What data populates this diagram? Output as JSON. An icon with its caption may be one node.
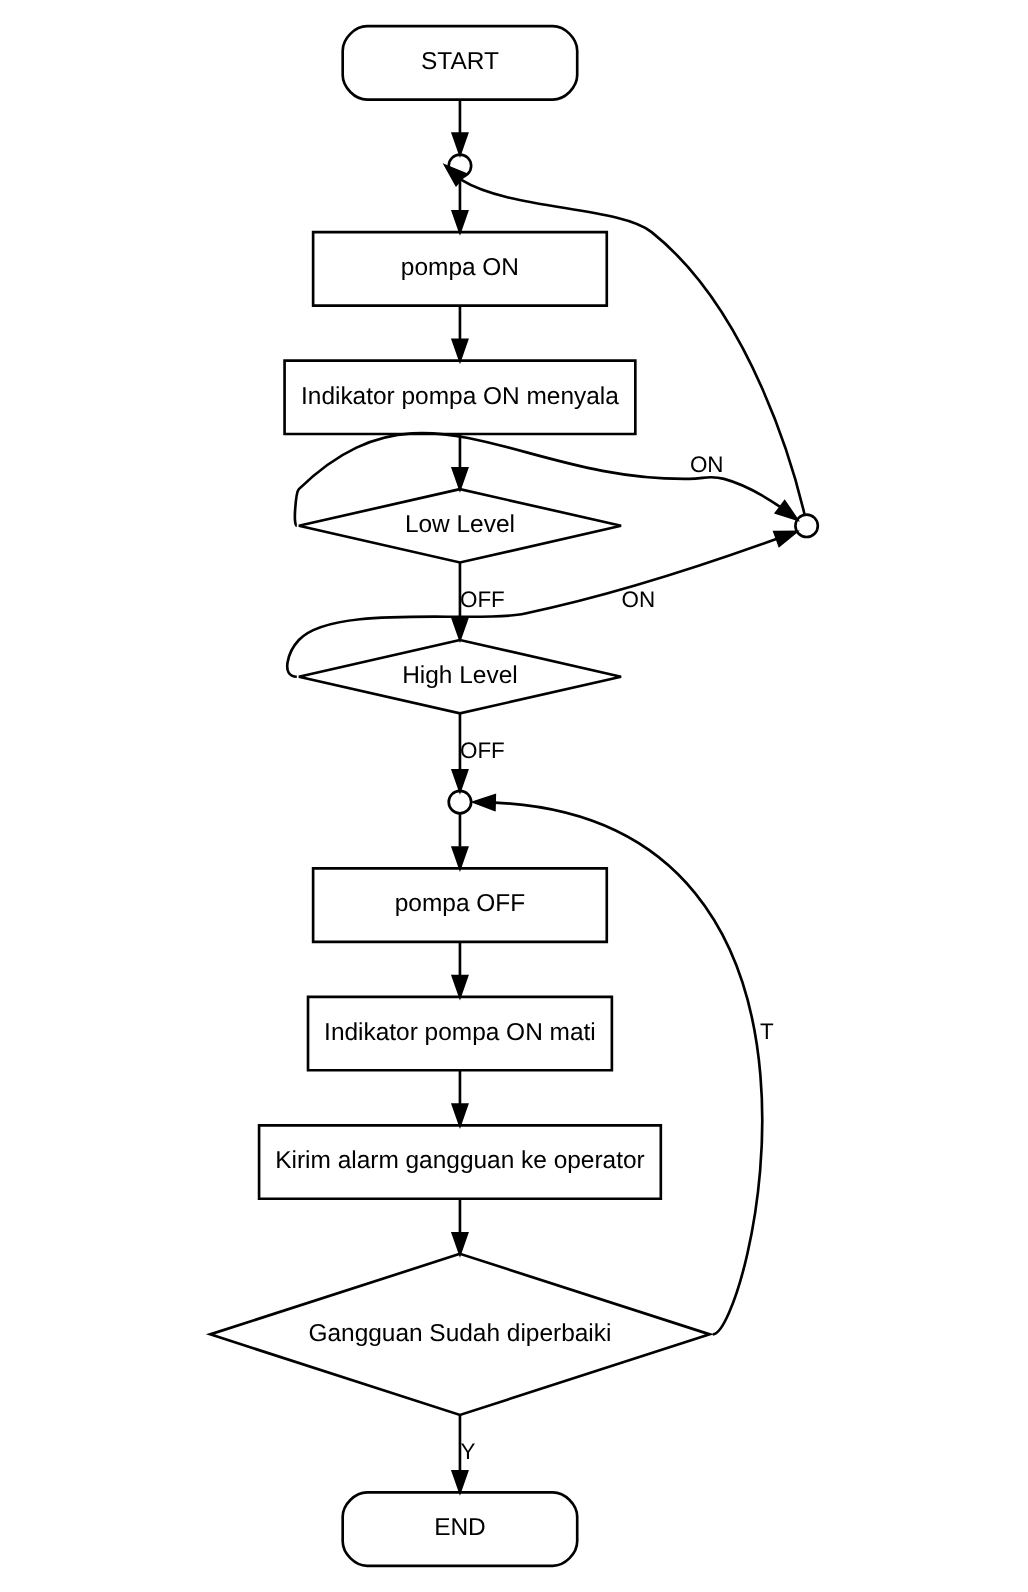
{
  "diagram": {
    "nodes": [
      {
        "text": [
          "START"
        ]
      },
      {
        "text": [],
        "shape": "circle"
      },
      {
        "text": [
          "pompa ON"
        ]
      },
      {
        "text": [
          "Indikator pompa ON menyala"
        ]
      },
      {
        "text": [
          "Low Level"
        ]
      },
      {
        "text": [],
        "shape": "circle"
      },
      {
        "text": [
          "High Level"
        ]
      },
      {
        "text": [],
        "shape": "circle"
      },
      {
        "text": [
          "pompa OFF"
        ]
      },
      {
        "text": [
          "Indikator pompa ON mati"
        ]
      },
      {
        "text": [
          "Kirim alarm gangguan ke operator"
        ]
      },
      {
        "text": [
          "Gangguan Sudah diperbaiki"
        ]
      },
      {
        "text": [
          "END"
        ]
      }
    ],
    "edges": [
      {
        "from": 0,
        "to": 1,
        "arrow": "to"
      },
      {
        "from": 1,
        "to": 2,
        "arrow": "to"
      },
      {
        "from": 2,
        "to": 3,
        "arrow": "to"
      },
      {
        "from": 3,
        "to": 4,
        "arrow": "to"
      },
      {
        "from": 4,
        "to": 5,
        "arrow": "to",
        "label": "ON"
      },
      {
        "from": 4,
        "to": 6,
        "arrow": "to",
        "label": "OFF"
      },
      {
        "from": 6,
        "to": 5,
        "arrow": "to",
        "label": "ON"
      },
      {
        "from": 5,
        "to": 1,
        "arrow": "to"
      },
      {
        "from": 6,
        "to": 7,
        "arrow": "to",
        "label": "OFF"
      },
      {
        "from": 7,
        "to": 8,
        "arrow": "to"
      },
      {
        "from": 8,
        "to": 9,
        "arrow": "to"
      },
      {
        "from": 9,
        "to": 10,
        "arrow": "to"
      },
      {
        "from": 10,
        "to": 11,
        "arrow": "to"
      },
      {
        "from": 11,
        "to": 12,
        "arrow": "to",
        "label": "Y"
      },
      {
        "from": 11,
        "to": 7,
        "arrow": "to",
        "label": "T"
      }
    ]
  }
}
